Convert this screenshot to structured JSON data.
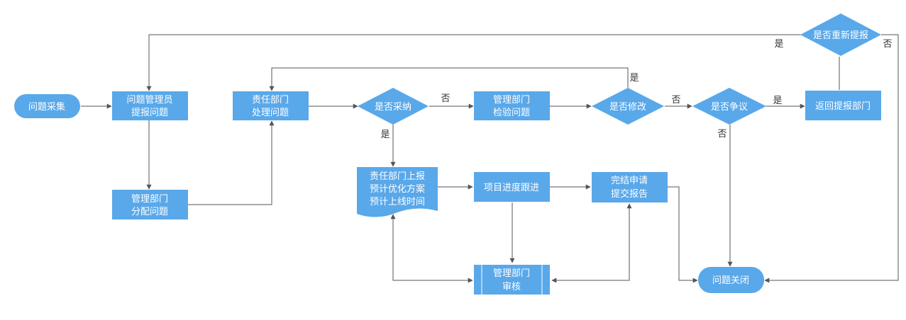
{
  "colors": {
    "node_fill": "#59a8ea",
    "edge": "#555555",
    "label_text": "#333333",
    "node_text": "#ffffff",
    "background": "#ffffff"
  },
  "nodes": {
    "issue_collect": {
      "text": "问题采集"
    },
    "admin_report": {
      "line1": "问题管理员",
      "line2": "提报问题"
    },
    "mgmt_assign": {
      "line1": "管理部门",
      "line2": "分配问题"
    },
    "resp_handle": {
      "line1": "责任部门",
      "line2": "处理问题"
    },
    "adopt_decision": {
      "text": "是否采纳"
    },
    "mgmt_verify": {
      "line1": "管理部门",
      "line2": "检验问题"
    },
    "modify_decision": {
      "text": "是否修改"
    },
    "dispute_decision": {
      "text": "是否争议"
    },
    "return_dept": {
      "text": "返回提报部门"
    },
    "resubmit_decision": {
      "text": "是否重新提报"
    },
    "resp_plan_doc": {
      "line1": "责任部门上报",
      "line2": "预计优化方案",
      "line3": "预计上线时间"
    },
    "progress_track": {
      "text": "项目进度跟进"
    },
    "completion_request": {
      "line1": "完结申请",
      "line2": "提交报告"
    },
    "mgmt_review": {
      "line1": "管理部门",
      "line2": "审核"
    },
    "issue_close": {
      "text": "问题关闭"
    }
  },
  "labels": {
    "adopt_no": "否",
    "adopt_yes": "是",
    "modify_yes": "是",
    "modify_no": "否",
    "dispute_yes": "是",
    "dispute_no": "否",
    "resubmit_yes": "是",
    "resubmit_no": "否"
  }
}
